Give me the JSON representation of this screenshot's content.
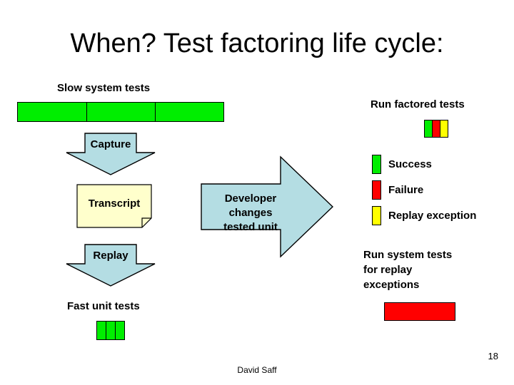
{
  "slide": {
    "title": "When? Test factoring life cycle:",
    "page_number": "18",
    "author": "David Saff",
    "background": "#ffffff"
  },
  "colors": {
    "success_green": "#00ee00",
    "failure_red": "#ff0000",
    "replay_yellow": "#ffff00",
    "arrow_blue": "#b4dde3",
    "transcript_yellow": "#ffffcc",
    "outline": "#000000"
  },
  "left_column": {
    "slow_tests_label": "Slow system tests",
    "slow_tests_bar": {
      "name": "slow-system-tests-bar",
      "segments": [
        {
          "color": "#00ee00",
          "status": "Success"
        },
        {
          "color": "#00ee00",
          "status": "Success"
        },
        {
          "color": "#00ee00",
          "status": "Success"
        }
      ]
    },
    "capture_arrow_label": "Capture",
    "transcript_label": "Transcript",
    "replay_arrow_label": "Replay",
    "fast_tests_label": "Fast unit tests",
    "fast_tests_bar": {
      "name": "fast-unit-tests-bar",
      "segments": [
        {
          "color": "#00ee00",
          "status": "Success"
        },
        {
          "color": "#00ee00",
          "status": "Success"
        },
        {
          "color": "#00ee00",
          "status": "Success"
        }
      ]
    }
  },
  "center": {
    "developer_arrow_label": "Developer\nchanges\ntested unit"
  },
  "right_column": {
    "run_factored_label": "Run factored tests",
    "factored_bar": {
      "name": "run-factored-tests-bar",
      "segments": [
        {
          "color": "#00ee00",
          "status": "Success"
        },
        {
          "color": "#ff0000",
          "status": "Failure"
        },
        {
          "color": "#ffff00",
          "status": "Replay exception"
        }
      ]
    },
    "legend": [
      {
        "label": "Success",
        "color": "#00ee00"
      },
      {
        "label": "Failure",
        "color": "#ff0000"
      },
      {
        "label": "Replay exception",
        "color": "#ffff00"
      }
    ],
    "run_system_tests_label": "Run system tests\nfor replay\nexceptions",
    "replay_result_bar": {
      "name": "replay-exception-result-bar",
      "color": "#ff0000"
    }
  }
}
